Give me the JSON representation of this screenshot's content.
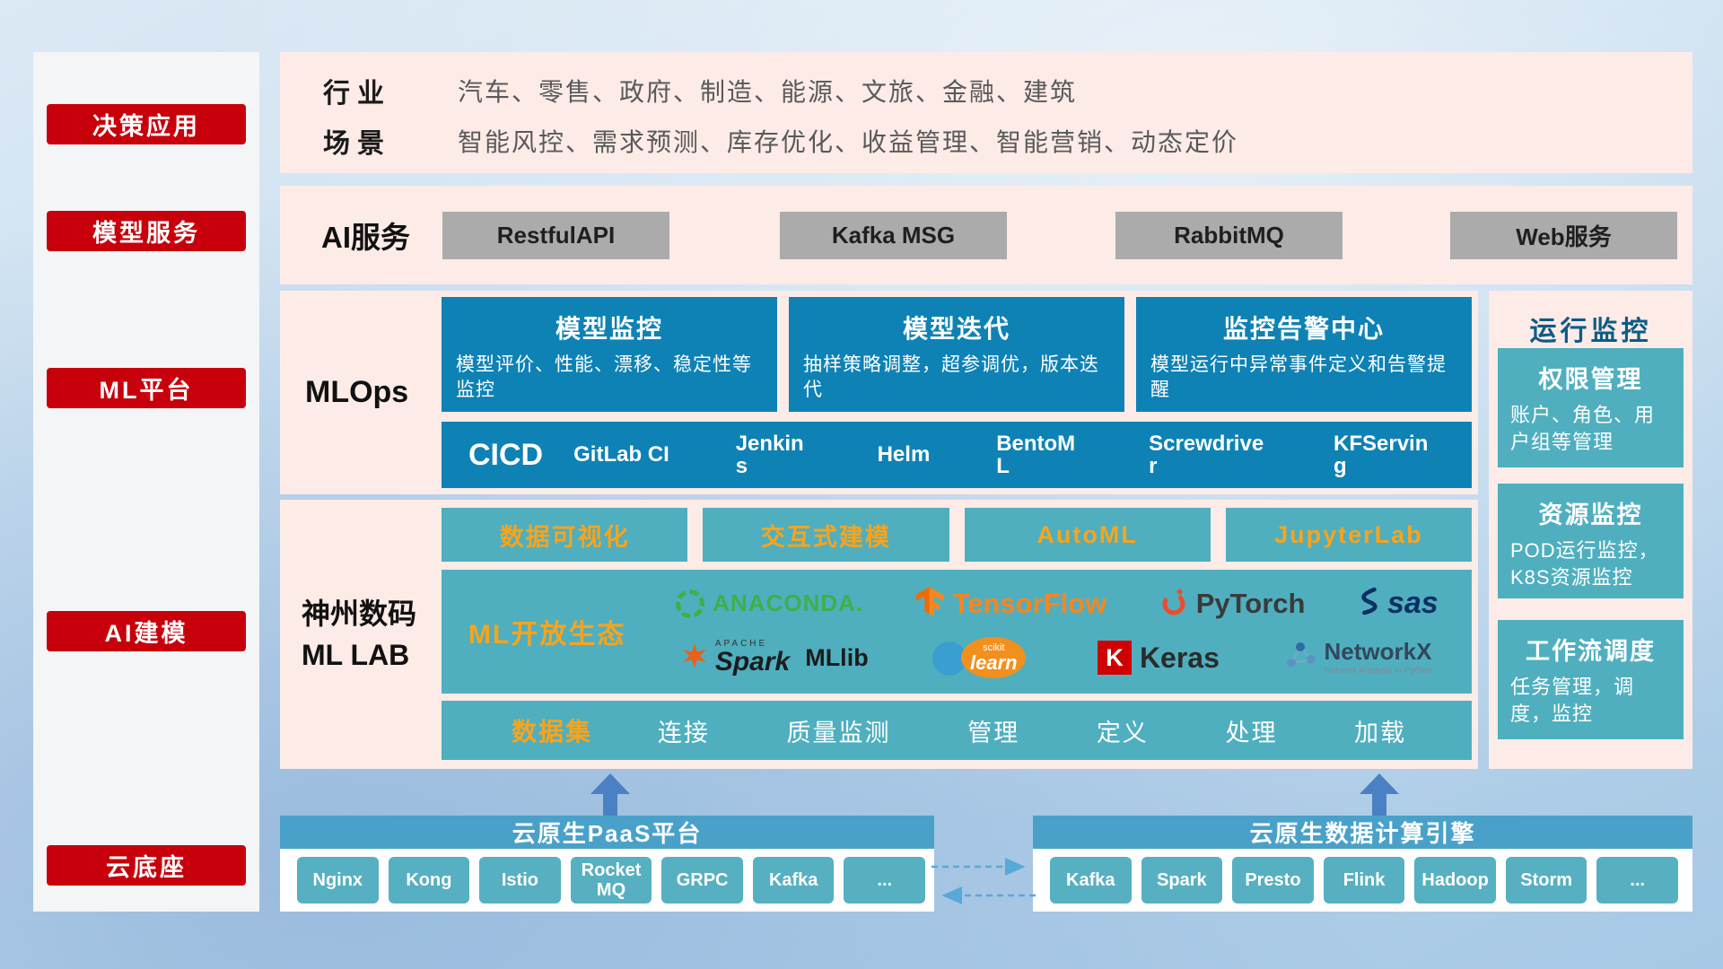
{
  "sidebar": {
    "items": [
      "决策应用",
      "模型服务",
      "ML平台",
      "AI建模",
      "云底座"
    ]
  },
  "industry_panel": {
    "rows": [
      {
        "label": "行业",
        "text": "汽车、零售、政府、制造、能源、文旅、金融、建筑"
      },
      {
        "label": "场景",
        "text": "智能风控、需求预测、库存优化、收益管理、智能营销、动态定价"
      }
    ]
  },
  "ai_service_panel": {
    "label": "AI服务",
    "buttons": [
      "RestfulAPI",
      "Kafka MSG",
      "RabbitMQ",
      "Web服务"
    ]
  },
  "mlops_panel": {
    "label": "MLOps",
    "cards": [
      {
        "title": "模型监控",
        "desc": "模型评价、性能、漂移、稳定性等监控"
      },
      {
        "title": "模型迭代",
        "desc": "抽样策略调整，超参调优，版本迭代"
      },
      {
        "title": "监控告警中心",
        "desc": "模型运行中异常事件定义和告警提醒"
      }
    ],
    "cicd": {
      "title": "CICD",
      "items": [
        "GitLab CI",
        "Jenkins",
        "Helm",
        "BentoML",
        "Screwdriver",
        "KFServing"
      ]
    }
  },
  "mllab_panel": {
    "label_line1": "神州数码",
    "label_line2": "ML LAB",
    "tools": [
      "数据可视化",
      "交互式建模",
      "AutoML",
      "JupyterLab"
    ],
    "ecosystem": {
      "label": "ML开放生态",
      "anaconda": "ANACONDA.",
      "tensorflow": "TensorFlow",
      "pytorch": "PyTorch",
      "sas": "sas",
      "spark_pre": "APACHE",
      "spark": "Spark",
      "mllib": "MLlib",
      "scikit_pre": "scikit",
      "scikit": "learn",
      "keras_k": "K",
      "keras": "Keras",
      "networkx": "NetworkX",
      "networkx_sub": "Network Analysis in Python"
    },
    "dataset": {
      "label": "数据集",
      "items": [
        "连接",
        "质量监测",
        "管理",
        "定义",
        "处理",
        "加载"
      ]
    }
  },
  "monitor_panel": {
    "title": "运行监控",
    "cards": [
      {
        "title": "权限管理",
        "desc": "账户、角色、用户组等管理"
      },
      {
        "title": "资源监控",
        "desc": "POD运行监控，K8S资源监控"
      },
      {
        "title": "工作流调度",
        "desc": "任务管理，调度，监控"
      }
    ]
  },
  "bottom": {
    "paas": {
      "title": "云原生PaaS平台",
      "chips": [
        "Nginx",
        "Kong",
        "Istio",
        "RocketMQ",
        "GRPC",
        "Kafka",
        "..."
      ]
    },
    "engine": {
      "title": "云原生数据计算引擎",
      "chips": [
        "Kafka",
        "Spark",
        "Presto",
        "Flink",
        "Hadoop",
        "Storm",
        "..."
      ]
    }
  }
}
